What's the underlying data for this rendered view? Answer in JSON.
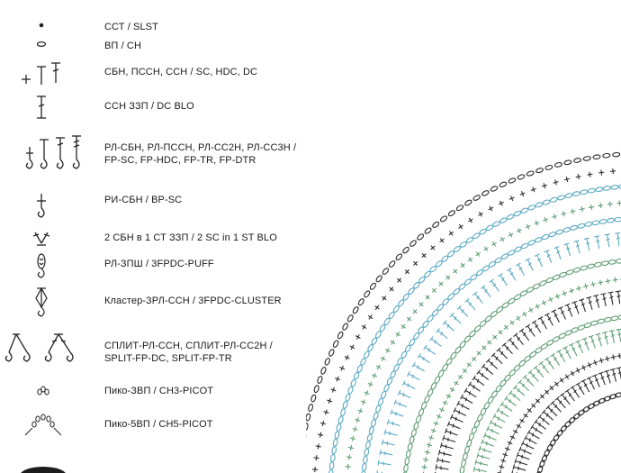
{
  "legend": {
    "items": [
      {
        "label": "ССТ / SLST",
        "icon": "slip-stitch-dot-icon"
      },
      {
        "label": "ВП / CH",
        "icon": "chain-oval-icon"
      },
      {
        "label": "СБН, ПССН, ССН / SC, HDC, DC",
        "icon": "sc-hdc-dc-icon"
      },
      {
        "label": "ССН ЗЗП / DC BLO",
        "icon": "dc-blo-icon"
      },
      {
        "label": "РЛ-СБН, РЛ-ПССН, РЛ-СС2Н, РЛ-СС3Н /\nFP-SC, FP-HDC, FP-TR, FP-DTR",
        "icon": "front-post-stitches-icon"
      },
      {
        "label": "РИ-СБН / BP-SC",
        "icon": "back-post-sc-icon"
      },
      {
        "label": "2 СБН в 1 СТ ЗЗП / 2 SC in 1 ST BLO",
        "icon": "two-sc-in-one-icon"
      },
      {
        "label": "РЛ-ЗПШ / 3FPDC-PUFF",
        "icon": "puff-stitch-icon"
      },
      {
        "label": "Кластер-ЗРЛ-ССН / 3FPDC-CLUSTER",
        "icon": "cluster-icon"
      },
      {
        "label": "СПЛИТ-РЛ-ССН, СПЛИТ-РЛ-СС2Н /\nSPLIT-FP-DC, SPLIT-FP-TR",
        "icon": "split-front-post-icon"
      },
      {
        "label": "Пико-ЗВП / CH3-PICOT",
        "icon": "picot-3-icon"
      },
      {
        "label": "Пико-5ВП / CH5-PICOT",
        "icon": "picot-5-icon"
      }
    ]
  },
  "colors": {
    "text": "#1a1a1a",
    "symbol": "#222222",
    "round_blue": "#5aa9c4",
    "round_green": "#5e9e74",
    "round_dark": "#2b2b2b"
  }
}
